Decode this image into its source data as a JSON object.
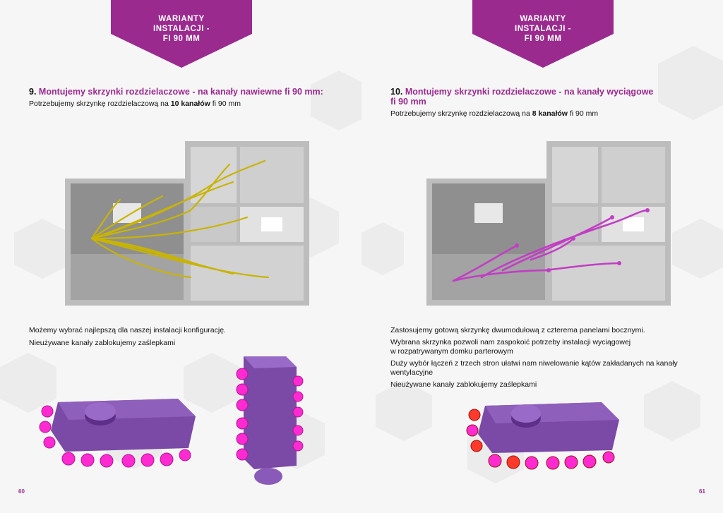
{
  "left": {
    "banner": "WARIANTY\nINSTALACJI -\nFI 90 MM",
    "heading_num": "9.",
    "heading_text": "Montujemy skrzynki rozdzielaczowe - na kanały nawiewne fi 90 mm:",
    "sub_pre": "Potrzebujemy skrzynkę rozdzielaczową na ",
    "sub_bold": "10 kanałów",
    "sub_post": " fi 90 mm",
    "paragraphs": [
      "Możemy wybrać najlepszą dla naszej instalacji konfigurację.",
      "Nieużywane kanały zablokujemy zaślepkami"
    ],
    "page_number": "60"
  },
  "right": {
    "banner": "WARIANTY\nINSTALACJI -\nFI 90 MM",
    "heading_num": "10.",
    "heading_line1": "Montujemy skrzynki rozdzielaczowe - na kanały wyciągowe",
    "heading_line2": "fi 90 mm",
    "sub_pre": "Potrzebujemy skrzynkę rozdzielaczową na ",
    "sub_bold": "8 kanałów",
    "sub_post": " fi 90 mm",
    "p1": "Zastosujemy gotową skrzynkę dwumodułową z czterema panelami bocznymi.",
    "p2a": "Wybrana skrzynka pozwoli nam zaspokoić potrzeby instalacji wyciągowej",
    "p2b": "w rozpatrywanym domku parterowym",
    "p3a": "Duży wybór łączeń z trzech stron ułatwi nam niwelowanie kątów zakładanych na kanały",
    "p3b": "wentylacyjne",
    "p4": "Nieużywane kanały zablokujemy zaślepkami",
    "page_number": "61"
  },
  "colors": {
    "accent": "#9b2a8f",
    "supply_duct": "#c8b400",
    "extract_duct": "#c13ec4",
    "box_purple": "#7a4aa6",
    "port_pink": "#ff2bd0",
    "cap_red": "#ff3a2a"
  }
}
